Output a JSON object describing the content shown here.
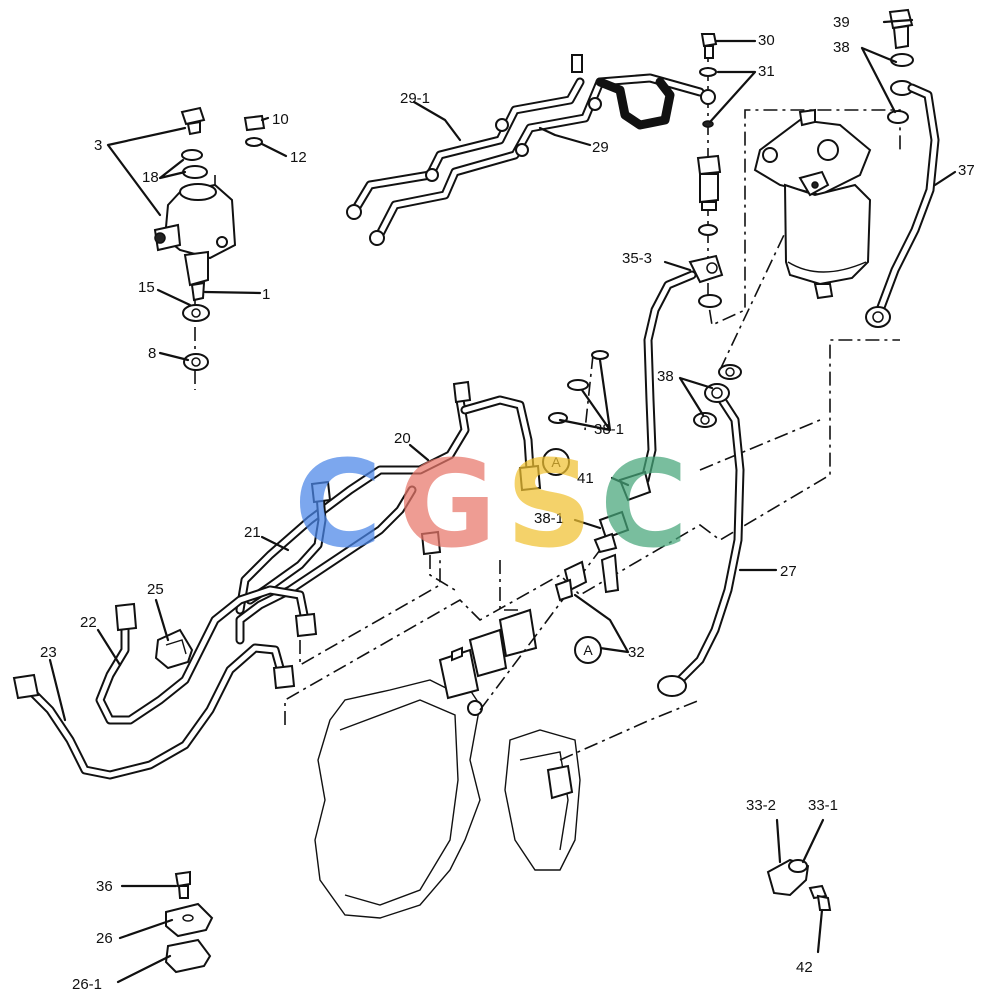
{
  "labels": {
    "l3": "3",
    "l18": "18",
    "l10": "10",
    "l12": "12",
    "l15": "15",
    "l1": "1",
    "l8": "8",
    "l29_1": "29-1",
    "l29": "29",
    "l30": "30",
    "l31": "31",
    "l39": "39",
    "l38a": "38",
    "l37": "37",
    "l35_3": "35-3",
    "l38b": "38",
    "l38_1a": "38-1",
    "l41": "41",
    "l38_1b": "38-1",
    "l20": "20",
    "l21": "21",
    "l22": "22",
    "l23": "23",
    "l25": "25",
    "l27": "27",
    "l32": "32",
    "l33_2": "33-2",
    "l33_1": "33-1",
    "l42": "42",
    "l36": "36",
    "l26": "26",
    "l26_1": "26-1"
  },
  "callouts": {
    "a1": "A",
    "a2": "A"
  },
  "watermark": {
    "letters": [
      "C",
      "G",
      "S",
      "C"
    ],
    "colors": [
      "#4a86e8",
      "#e8776a",
      "#f1c232",
      "#46a67a"
    ]
  }
}
